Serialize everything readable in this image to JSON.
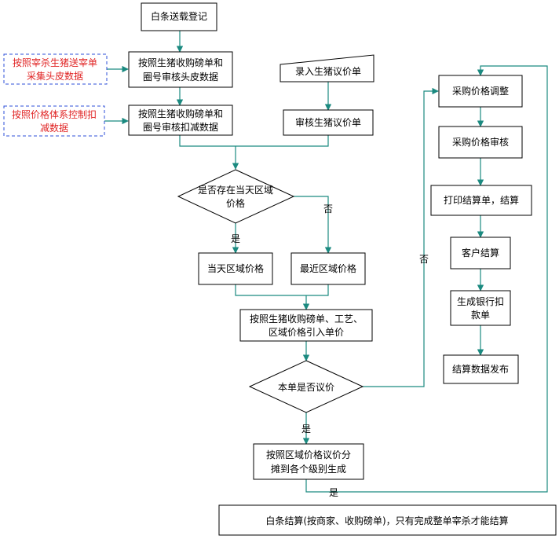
{
  "theme": {
    "line_color": "#1b8a80",
    "note_border_color": "#2e4fd8",
    "note_text_color": "#e02424",
    "box_border_color": "#000000"
  },
  "nodes": {
    "start": "白条送载登记",
    "collect_head_lines": [
      "按照生猪收购磅单和",
      "圈号审核头皮数据"
    ],
    "collect_deduct_lines": [
      "按照生猪收购磅单和",
      "圈号审核扣减数据"
    ],
    "input_price": "录入生猪议价单",
    "review_price": "审核生猪议价单",
    "decision_same_day_lines": [
      "是否存在当天区域",
      "价格"
    ],
    "same_day_price": "当天区域价格",
    "recent_price": "最近区域价格",
    "import_unit_price_lines": [
      "按照生猪收购磅单、工艺、",
      "区域价格引入单价"
    ],
    "decision_negotiate": "本单是否议价",
    "allocate_lines": [
      "按照区域价格议价分",
      "摊到各个级别生成"
    ],
    "purchase_adjust": "采购价格调整",
    "purchase_review": "采购价格审核",
    "print_settle": "打印结算单，结算",
    "customer_settle": "客户结算",
    "bank_deduct_lines": [
      "生成银行扣",
      "款单"
    ],
    "publish": "结算数据发布"
  },
  "notes": {
    "slaughter_note_lines": [
      "按照宰杀生猪送宰单",
      "采集头皮数据"
    ],
    "price_system_note_lines": [
      "按照价格体系控制扣",
      "减数据"
    ]
  },
  "edge_labels": {
    "no_recent": "否",
    "yes_same_day": "是",
    "no_negotiate": "否",
    "yes_negotiate": "是",
    "yes_return": "是"
  },
  "footer": {
    "note": "白条结算(按商家、收购磅单)，只有完成整单宰杀才能结算"
  }
}
